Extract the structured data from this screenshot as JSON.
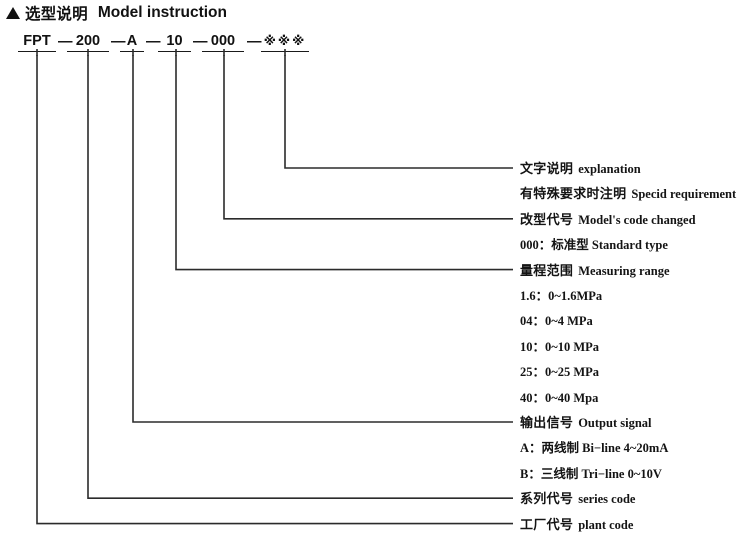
{
  "header": {
    "bullet": "triangle-bullet",
    "title_cn": "选型说明",
    "title_en": "Model instruction"
  },
  "model_code": {
    "separator": "—",
    "segments": [
      {
        "id": "plant",
        "text": "FPT"
      },
      {
        "id": "series",
        "text": "200"
      },
      {
        "id": "signal",
        "text": "A"
      },
      {
        "id": "range",
        "text": "10"
      },
      {
        "id": "variant",
        "text": "000"
      },
      {
        "id": "note",
        "text": "※※※"
      }
    ]
  },
  "labels": [
    {
      "id": "explanation",
      "leader": true,
      "cn": "文字说明",
      "en": "explanation"
    },
    {
      "id": "special-requirement",
      "leader": false,
      "cn": "有特殊要求时注明",
      "en": "Specid requirement"
    },
    {
      "id": "model-code-changed",
      "leader": true,
      "cn": "改型代号",
      "en": "Model's code changed"
    },
    {
      "id": "standard-type",
      "leader": false,
      "plain": "000：标准型  Standard type"
    },
    {
      "id": "measuring-range",
      "leader": true,
      "cn": "量程范围",
      "en": "Measuring range"
    },
    {
      "id": "range-1p6",
      "leader": false,
      "plain": "1.6：0~1.6MPa"
    },
    {
      "id": "range-04",
      "leader": false,
      "plain": "04：0~4 MPa"
    },
    {
      "id": "range-10",
      "leader": false,
      "plain": "10：0~10 MPa"
    },
    {
      "id": "range-25",
      "leader": false,
      "plain": "25：0~25 MPa"
    },
    {
      "id": "range-40",
      "leader": false,
      "plain": "40：0~40 Mpa"
    },
    {
      "id": "output-signal",
      "leader": true,
      "cn": "输出信号",
      "en": "Output signal"
    },
    {
      "id": "signal-a",
      "leader": false,
      "plain": "A：两线制 Bi−line 4~20mA"
    },
    {
      "id": "signal-b",
      "leader": false,
      "plain": "B：三线制 Tri−line 0~10V"
    },
    {
      "id": "series-code",
      "leader": true,
      "cn": "系列代号",
      "en": "series code"
    },
    {
      "id": "plant-code",
      "leader": true,
      "cn": "工厂代号",
      "en": "plant code"
    }
  ],
  "style": {
    "line_color": "#2b2b2b",
    "text_color": "#141414",
    "background": "#ffffff"
  }
}
